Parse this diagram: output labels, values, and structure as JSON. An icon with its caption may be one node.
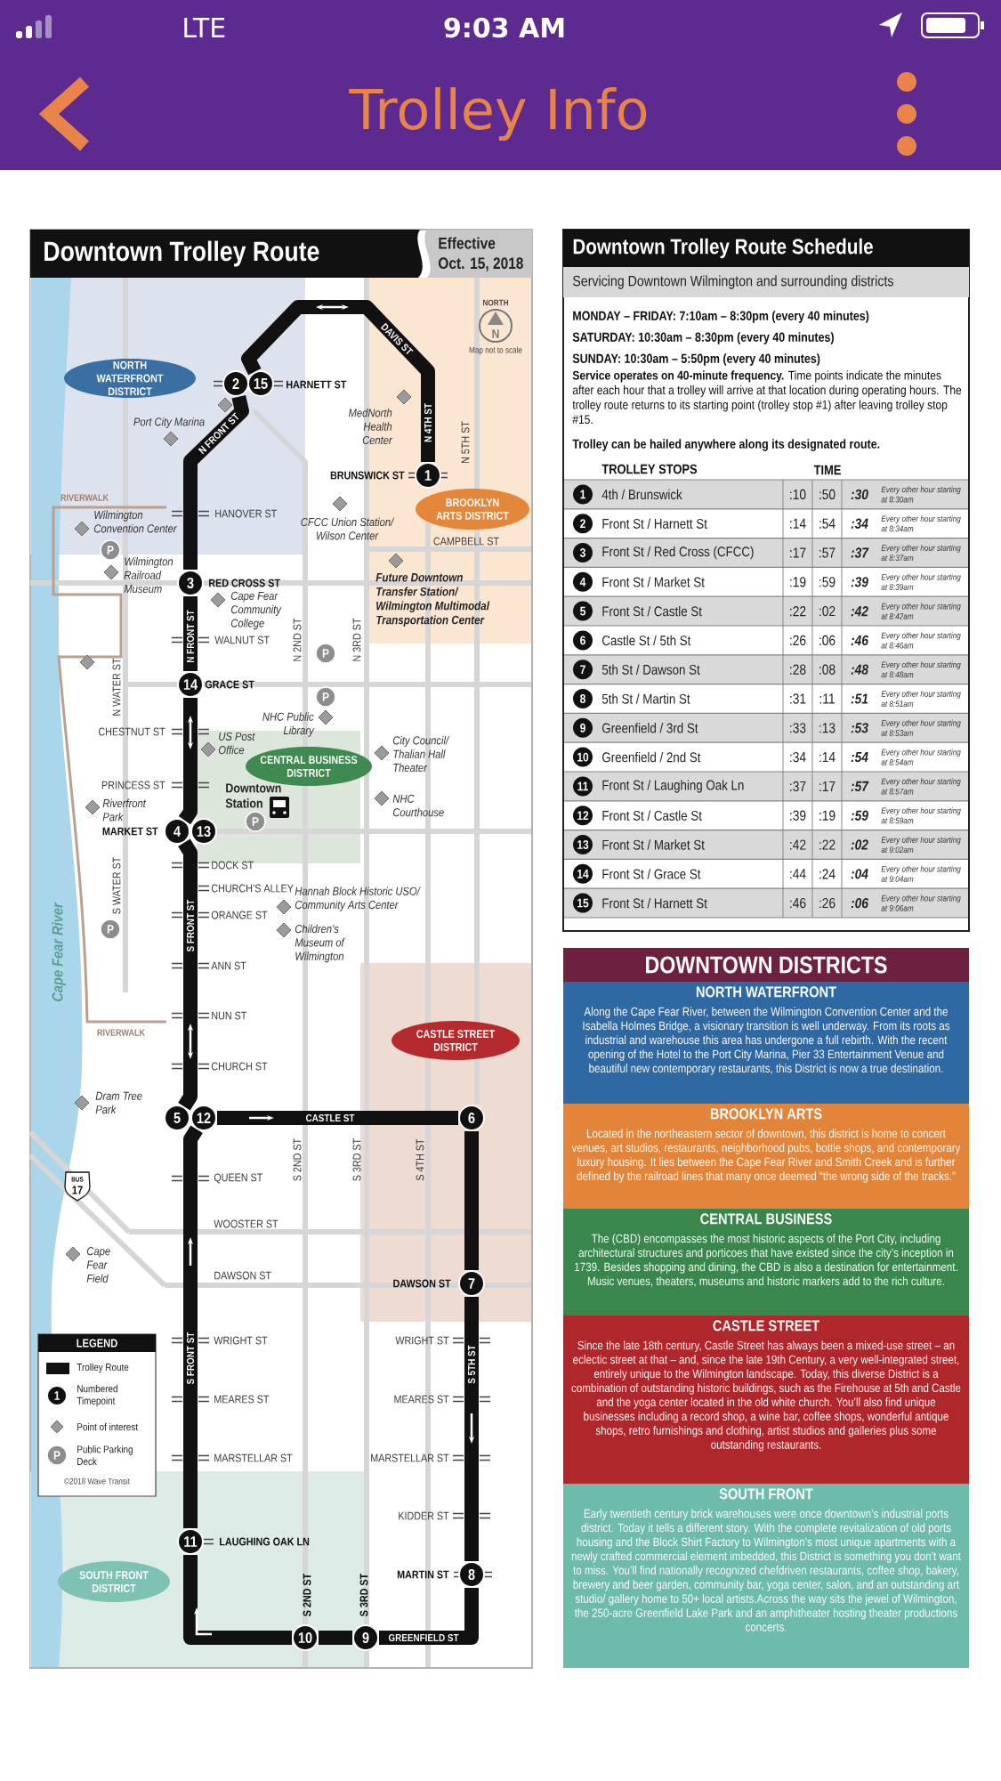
{
  "diagram": {
    "title": "Trolley Info",
    "nodes": [
      {
        "text": [
          "1"
        ],
        "beside": [
          "BRUNSWICK ST"
        ]
      },
      {
        "text": [
          "2"
        ]
      },
      {
        "text": [
          "3"
        ],
        "beside": [
          "RED CROSS ST"
        ]
      },
      {
        "text": [
          "4"
        ],
        "beside": [
          "MARKET ST"
        ]
      },
      {
        "text": [
          "5"
        ]
      },
      {
        "text": [
          "6"
        ]
      },
      {
        "text": [
          "7"
        ],
        "beside": [
          "DAWSON ST"
        ]
      },
      {
        "text": [
          "8"
        ],
        "beside": [
          "MARTIN ST"
        ]
      },
      {
        "text": [
          "9"
        ]
      },
      {
        "text": [
          "10"
        ]
      },
      {
        "text": [
          "11"
        ],
        "beside": [
          "LAUGHING OAK LN"
        ]
      },
      {
        "text": [
          "12"
        ]
      },
      {
        "text": [
          "13"
        ]
      },
      {
        "text": [
          "14"
        ],
        "beside": [
          "GRACE ST"
        ]
      },
      {
        "text": [
          "15"
        ],
        "beside": [
          "HARNETT ST"
        ]
      },
      {
        "text": [
          "NORTH WATERFRONT DISTRICT"
        ]
      },
      {
        "text": [
          "BROOKLYN ARTS DISTRICT"
        ]
      },
      {
        "text": [
          "CENTRAL BUSINESS DISTRICT"
        ]
      },
      {
        "text": [
          "CASTLE STREET DISTRICT"
        ]
      },
      {
        "text": [
          "SOUTH FRONT DISTRICT"
        ]
      },
      {
        "text": [
          "BUS",
          "17"
        ]
      },
      {
        "text": [
          "1"
        ]
      },
      {
        "text": [
          "2"
        ]
      },
      {
        "text": [
          "3"
        ]
      },
      {
        "text": [
          "4"
        ]
      },
      {
        "text": [
          "5"
        ]
      },
      {
        "text": [
          "6"
        ]
      },
      {
        "text": [
          "7"
        ]
      },
      {
        "text": [
          "8"
        ]
      },
      {
        "text": [
          "9"
        ]
      },
      {
        "text": [
          "10"
        ]
      },
      {
        "text": [
          "11"
        ]
      },
      {
        "text": [
          "12"
        ]
      },
      {
        "text": [
          "13"
        ]
      },
      {
        "text": [
          "14"
        ]
      },
      {
        "text": [
          "15"
        ]
      },
      {
        "text": [
          "NORTH WATERFRONT",
          "Along the Cape Fear River, between the Wilmington Convention Center and the Isabella Holmes Bridge, a visionary transition is well underway. From its roots as industrial and warehouse this area has undergone a full rebirth. With the recent opening of the Hotel to the Port City Marina, Pier 33 Entertainment Venue and beautiful new contemporary restaurants, this District is now a true destination."
        ]
      },
      {
        "text": [
          "BROOKLYN ARTS",
          "Located in the northeastern sector of downtown, this district is home to concert venues, art studios, restaurants, neighborhood pubs, bottle shops, and contemporary luxury housing. It lies between the Cape Fear River and Smith Creek and is further defined by the railroad lines that many once deemed “the wrong side of the tracks.”"
        ]
      },
      {
        "text": [
          "CENTRAL BUSINESS",
          "The (CBD) encompasses the most historic aspects of the Port City, including architectural structures and porticoes that have existed since the city’s inception in 1739. Besides shopping and dining, the CBD is also a destination for entertainment. Music venues, theaters, museums and historic markers add to the rich culture."
        ]
      },
      {
        "text": [
          "CASTLE STREET",
          "Since the late 18th century, Castle Street has always been a mixed-use street – an eclectic street at that – and, since the late 19th Century, a very well-integrated street, entirely unique to the Wilmington landscape. Today, this diverse District is a combination of outstanding historic buildings, such as the Firehouse at 5th and Castle and the yoga center located in the old white church. You’ll also find unique businesses including a record shop, a wine bar, coffee shops, wonderful antique shops, retro furnishings and clothing, artist studios and galleries plus some outstanding restaurants."
        ]
      },
      {
        "text": [
          "SOUTH FRONT",
          "Early twentieth century brick warehouses were once downtown’s industrial ports district. Today it tells a different story. With the complete revitalization of old ports housing and the Block Shirt Factory to Wilmington’s most unique apartments with a newly crafted commercial element imbedded, this District is something you don’t want to miss. You’ll find nationally recognized chefdriven restaurants, coffee shop, bakery, brewery and beer garden, community bar, yoga center, salon, and an outstanding art studio/ gallery home to 50+ local artists.Across the way sits the jewel of Wilmington, the 250-acre Greenfield Lake Park and an amphitheater hosting theater productions concerts."
        ]
      },
      {
        "text": [
          "P"
        ]
      },
      {
        "text": [
          "P"
        ]
      },
      {
        "text": [
          "P"
        ]
      },
      {
        "text": [
          "P"
        ]
      },
      {
        "text": [
          "P"
        ]
      },
      {
        "text": [
          "P"
        ]
      },
      {
        "text": [
          "1"
        ]
      },
      {
        "text": [
          "N"
        ],
        "beside": [
          "NORTH",
          "Map not to scale"
        ]
      }
    ],
    "edges": [
      {
        "from": 0,
        "to": 14,
        "arrow": "none"
      },
      {
        "from": 1,
        "to": 2,
        "arrow": "none"
      },
      {
        "from": 2,
        "to": 13,
        "arrow": "none"
      },
      {
        "from": 13,
        "to": 3,
        "arrow": "none"
      },
      {
        "from": 3,
        "to": 4,
        "arrow": "none"
      },
      {
        "from": 11,
        "to": 5,
        "arrow": "none"
      },
      {
        "from": 5,
        "to": 6,
        "arrow": "none"
      },
      {
        "from": 6,
        "to": 7,
        "arrow": "none"
      },
      {
        "from": 7,
        "to": 8,
        "arrow": "none"
      },
      {
        "from": 8,
        "to": 9,
        "arrow": "none"
      },
      {
        "from": 9,
        "to": 10,
        "arrow": "none"
      },
      {
        "from": 10,
        "to": 11,
        "arrow": "none"
      }
    ],
    "labels": [
      "LTE",
      "9:03 AM",
      "Downtown Trolley Route",
      "Effective",
      "Oct. 15, 2018",
      "DAVIS ST",
      "Port City Marina",
      "N FRONT ST",
      "MedNorth Health Center",
      "N 4TH ST",
      "N 5TH ST",
      "RIVERWALK",
      "Wilmington Convention Center",
      "HANOVER ST",
      "CFCC Union Station/ Wilson Center",
      "CAMPBELL ST",
      "Wilmington Railroad Museum",
      "Cape Fear Community College",
      "Future Downtown Transfer Station/ Wilmington Multimodal Transportation Center",
      "N FRONT ST",
      "WALNUT ST",
      "N 2ND ST",
      "N 3RD ST",
      "N WATER ST",
      "CHESTNUT ST",
      "NHC Public Library",
      "US Post Office",
      "City Council/ Thalian Hall Theater",
      "PRINCESS ST",
      "Riverfront Park",
      "Downtown Station",
      "NHC Courthouse",
      "DOCK ST",
      "S WATER ST",
      "CHURCH’S ALLEY",
      "Hannah Block Historic USO/ Community Arts Center",
      "ORANGE ST",
      "Cape Fear River",
      "S FRONT ST",
      "Children’s Museum of Wilmington",
      "ANN ST",
      "NUN ST",
      "RIVERWALK",
      "CHURCH ST",
      "Dram Tree Park",
      "CASTLE ST",
      "S 2ND ST",
      "S 3RD ST",
      "S 4TH ST",
      "QUEEN ST",
      "WOOSTER ST",
      "Cape Fear Field",
      "DAWSON ST",
      "WRIGHT ST",
      "WRIGHT ST",
      "S FRONT ST",
      "S 5TH ST",
      "MEARES ST",
      "MEARES ST",
      "MARSTELLAR ST",
      "MARSTELLAR ST",
      "KIDDER ST",
      "S 2ND ST",
      "S 3RD ST",
      "GREENFIELD ST",
      "LEGEND",
      "©2018 Wave Transit",
      "Downtown Trolley Route Schedule",
      "Servicing Downtown Wilmington and surrounding districts",
      "MONDAY – FRIDAY: 7:10am – 8:30pm (every 40 minutes)",
      "SATURDAY: 10:30am – 8:30pm (every 40 minutes)",
      "SUNDAY: 10:30am – 5:50pm (every 40 minutes)",
      "**Service operates on 40-minute frequency.** Time points indicate the minutes after each hour that a trolley will arrive at that location during operating hours. The trolley route returns to its starting point (trolley stop #1) after leaving trolley stop #15.",
      "Trolley can be hailed anywhere along its designated route.",
      "TROLLEY STOPS",
      "TIME",
      "4th / Brunswick",
      ":10",
      ":50",
      ":30",
      "Every other hour starting at 8:30am",
      "Front St / Harnett St",
      ":14",
      ":54",
      ":34",
      "Every other hour starting at 8:34am",
      "Front St / Red Cross (CFCC)",
      ":17",
      ":57",
      ":37",
      "Every other hour starting at 8:37am",
      "Front St / Market St",
      ":19",
      ":59",
      ":39",
      "Every other hour starting at 8:39am",
      "Front St / Castle St",
      ":22",
      ":02",
      ":42",
      "Every other hour starting at 8:42am",
      "Castle St / 5th St",
      ":26",
      ":06",
      ":46",
      "Every other hour starting at 8:46am",
      "5th St / Dawson St",
      ":28",
      ":08",
      ":48",
      "Every other hour starting at 8:48am",
      "5th St / Martin St",
      ":31",
      ":11",
      ":51",
      "Every other hour starting at 8:51am",
      "Greenfield / 3rd St",
      ":33",
      ":13",
      ":53",
      "Every other hour starting at 8:53am",
      "Greenfield / 2nd St",
      ":34",
      ":14",
      ":54",
      "Every other hour starting at 8:54am",
      "Front St / Laughing Oak Ln",
      ":37",
      ":17",
      ":57",
      "Every other hour starting at 8:57am",
      "Front St / Castle St",
      ":39",
      ":19",
      ":59",
      "Every other hour starting at 8:59am",
      "Front St / Market St",
      ":42",
      ":22",
      ":02",
      "Every other hour starting at 9:02am",
      "Front St / Grace St",
      ":44",
      ":24",
      ":04",
      "Every other hour starting at 9:04am",
      "Front St / Harnett St",
      ":46",
      ":26",
      ":06",
      "Every other hour starting at 9:06am",
      "DOWNTOWN DISTRICTS"
    ],
    "legend": [
      {
        "text": "Trolley Route",
        "color": "#111111"
      },
      {
        "text": "Numbered Timepoint"
      },
      {
        "text": "Point of interest"
      },
      {
        "text": "Public Parking Deck"
      }
    ]
  }
}
